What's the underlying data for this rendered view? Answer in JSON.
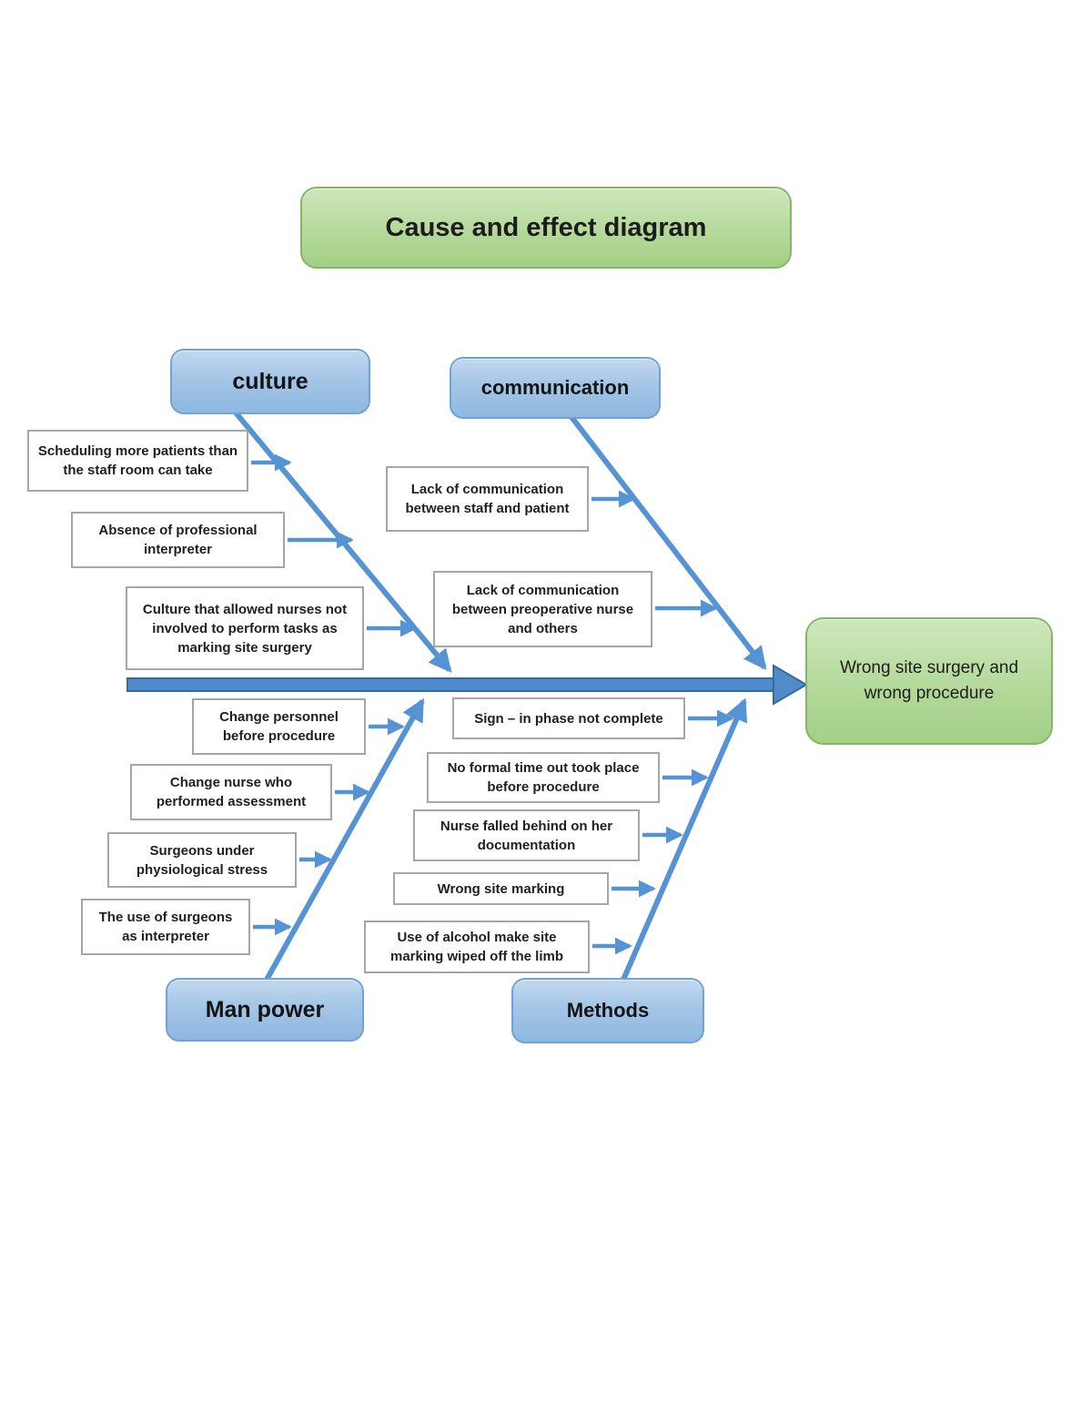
{
  "title": "Cause and effect diagram",
  "effect": "Wrong site surgery and wrong procedure",
  "categories": [
    {
      "label": "culture",
      "causes": [
        "Scheduling more patients than the staff room can take",
        "Absence of professional interpreter",
        "Culture that allowed nurses not involved to perform tasks as marking site surgery"
      ]
    },
    {
      "label": "communication",
      "causes": [
        "Lack of communication between staff and patient",
        "Lack of communication between preoperative nurse and others"
      ]
    },
    {
      "label": "Man power",
      "causes": [
        "Change personnel before procedure",
        "Change nurse who performed assessment",
        "Surgeons under physiological stress",
        "The use of surgeons as interpreter"
      ]
    },
    {
      "label": "Methods",
      "causes": [
        "Sign – in phase not complete",
        "No formal time out took place before procedure",
        "Nurse falled behind on her documentation",
        "Wrong site marking",
        "Use of alcohol make site marking wiped off the limb"
      ]
    }
  ],
  "colors": {
    "green_fill": "#a9d18e",
    "green_border": "#84b765",
    "blue_fill": "#9dc3e6",
    "blue_border": "#6fa3d4",
    "arrow_blue": "#5593d4",
    "spine_fill": "#4f8cc9",
    "spine_border": "#35699f",
    "cause_border": "#a6a6a6"
  }
}
